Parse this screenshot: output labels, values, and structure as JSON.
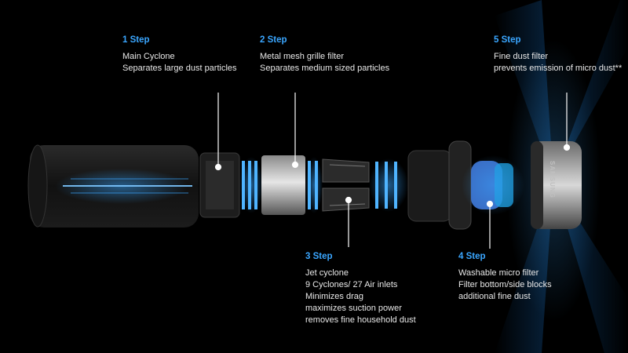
{
  "steps": [
    {
      "id": "1",
      "title": "1 Step",
      "lines": [
        "Main Cyclone",
        "Separates large dust particles"
      ]
    },
    {
      "id": "2",
      "title": "2 Step",
      "lines": [
        "Metal mesh grille filter",
        "Separates medium sized particles"
      ]
    },
    {
      "id": "3",
      "title": "3 Step",
      "lines": [
        "Jet cyclone",
        "9 Cyclones/ 27 Air inlets",
        "Minimizes drag",
        "maximizes suction power",
        "removes fine household dust"
      ]
    },
    {
      "id": "4",
      "title": "4 Step",
      "lines": [
        "Washable micro filter",
        "Filter bottom/side blocks",
        "additional fine dust"
      ]
    },
    {
      "id": "5",
      "title": "5 Step",
      "lines": [
        "Fine dust filter",
        "prevents emission of micro dust**"
      ]
    }
  ],
  "brand_text": "SAMSUNG",
  "colors": {
    "accent": "#3aa6ff",
    "background": "#000000",
    "glow": "#1e90ff"
  }
}
